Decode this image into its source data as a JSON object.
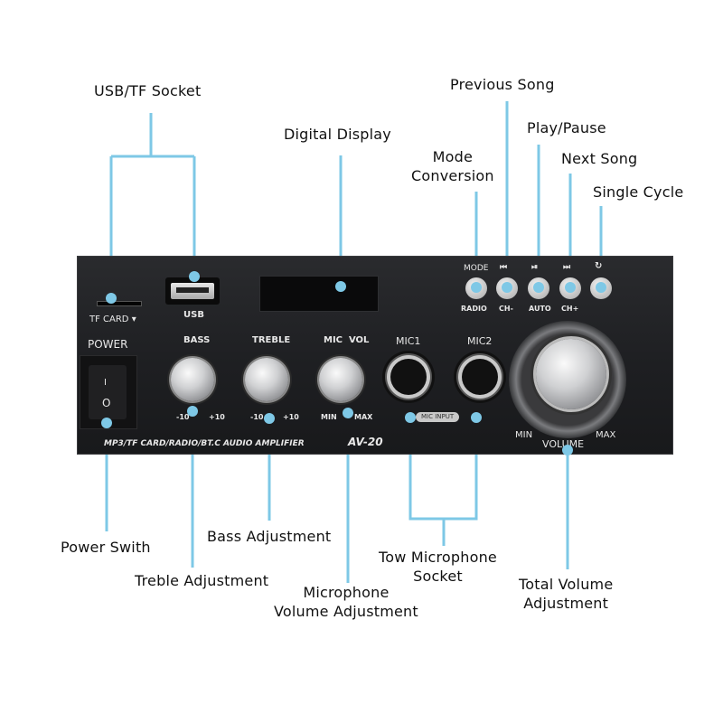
{
  "callouts": {
    "usb_tf_socket": "USB/TF Socket",
    "digital_display": "Digital Display",
    "mode_conversion": [
      "Mode",
      "Conversion"
    ],
    "previous_song": "Previous Song",
    "play_pause": "Play/Pause",
    "next_song": "Next Song",
    "single_cycle": "Single Cycle",
    "power_switch": "Power Swith",
    "treble_adjustment": "Treble Adjustment",
    "bass_adjustment": "Bass Adjustment",
    "mic_volume_adjustment": [
      "Microphone",
      "Volume Adjustment"
    ],
    "two_mic_socket": [
      "Tow Microphone",
      "Socket"
    ],
    "total_volume_adjustment": [
      "Total Volume",
      "Adjustment"
    ]
  },
  "panel": {
    "tf_card": "TF CARD ▾",
    "usb": "USB",
    "power": "POWER",
    "power_on": "I",
    "power_off": "O",
    "bass": "BASS",
    "treble": "TREBLE",
    "mic_vol": "MIC  VOL",
    "minus10": "-10",
    "plus10": "+10",
    "min": "MIN",
    "max": "MAX",
    "mic1": "MIC1",
    "mic2": "MIC2",
    "mic_input": "MIC INPUT",
    "mode": "MODE",
    "radio": "RADIO",
    "ch_minus": "CH-",
    "auto": "AUTO",
    "ch_plus": "CH+",
    "prev_glyph": "⏮",
    "play_glyph": "⏯",
    "next_glyph": "⏭",
    "repeat_glyph": "↻",
    "volume": "VOLUME",
    "product_line": "MP3/TF CARD/RADIO/BT.C AUDIO AMPLIFIER",
    "model": "AV-20"
  },
  "colors": {
    "leader_line": "#7ec8e6",
    "panel": "#1f2023"
  }
}
